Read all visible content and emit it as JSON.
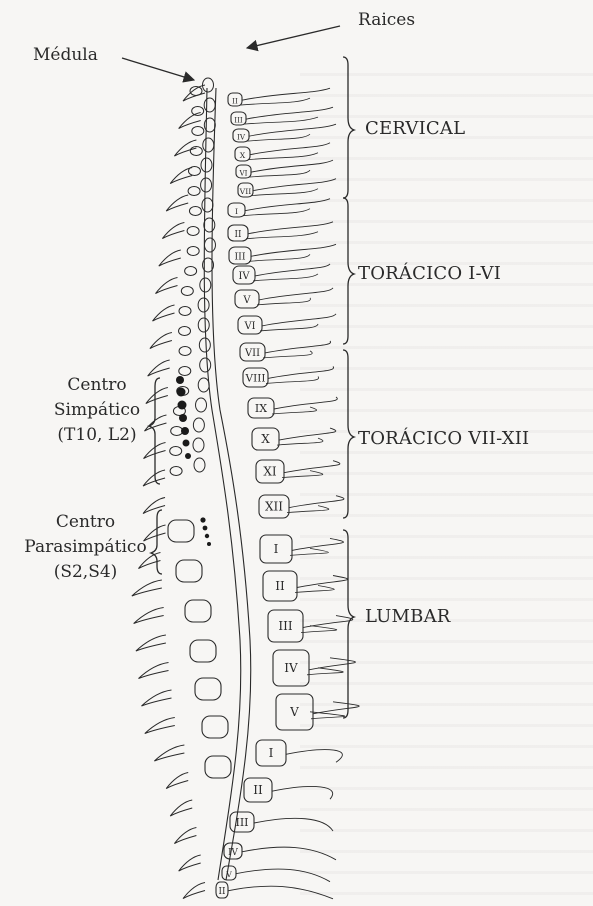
{
  "labels": {
    "raices": "Raices",
    "medula": "Médula"
  },
  "regions": [
    {
      "id": "cervical",
      "label": "CERVICAL"
    },
    {
      "id": "toracico-1",
      "label": "TORÁCICO I-VI"
    },
    {
      "id": "toracico-2",
      "label": "TORÁCICO VII-XII"
    },
    {
      "id": "lumbar",
      "label": "LUMBAR"
    }
  ],
  "centro_simpatico": {
    "line1": "Centro",
    "line2": "Simpático",
    "line3": "(T10, L2)"
  },
  "centro_parasimpatico": {
    "line1": "Centro",
    "line2": "Parasimpático",
    "line3": "(S2,S4)"
  },
  "vertebra_numerals": [
    "II",
    "III",
    "IV",
    "X",
    "VI",
    "VII",
    "I",
    "II",
    "III",
    "IV",
    "V",
    "VI",
    "VII",
    "VIII",
    "IX",
    "X",
    "XI",
    "XII",
    "I",
    "II",
    "III",
    "IV",
    "V",
    "I",
    "II",
    "III",
    "IV",
    "V",
    "II"
  ],
  "colors": {
    "ink": "#2a2a2a",
    "dots": "#1a1a1a",
    "paper": "#f7f6f4"
  }
}
